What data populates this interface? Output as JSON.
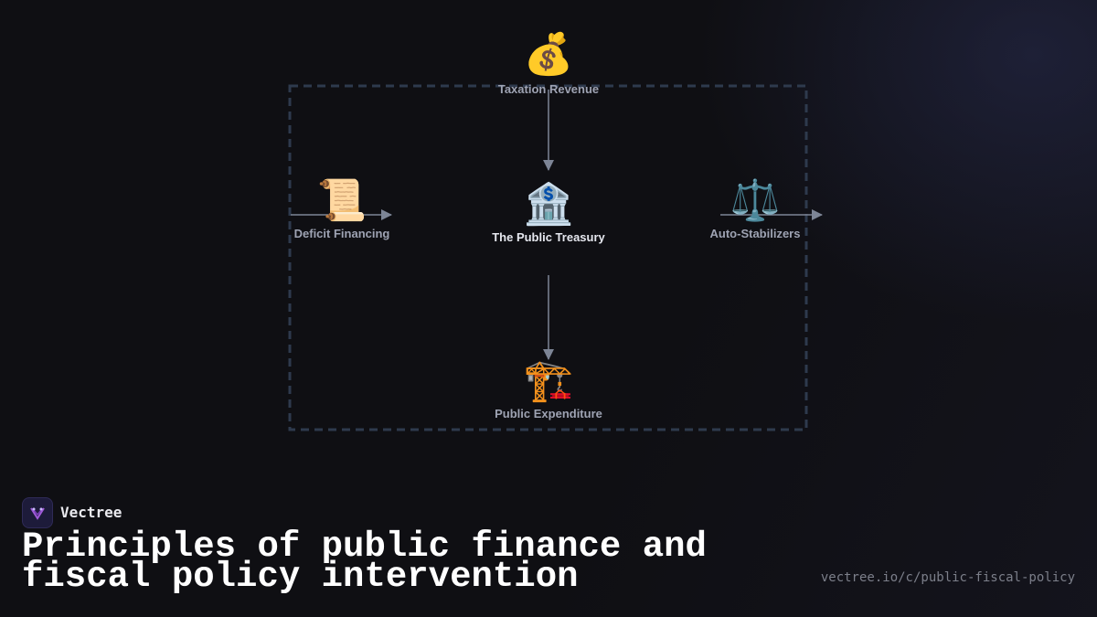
{
  "diagram": {
    "nodes": {
      "taxation": {
        "icon": "money-bag-icon",
        "glyph": "💰",
        "label": "Taxation Revenue"
      },
      "deficit": {
        "icon": "scroll-icon",
        "glyph": "📜",
        "label": "Deficit Financing"
      },
      "treasury": {
        "icon": "bank-icon",
        "glyph": "🏦",
        "label": "The Public Treasury"
      },
      "stabilizers": {
        "icon": "balance-scale-icon",
        "glyph": "⚖️",
        "label": "Auto-Stabilizers"
      },
      "expenditure": {
        "icon": "construction-crane-icon",
        "glyph": "🏗️",
        "label": "Public Expenditure"
      }
    },
    "edges": [
      {
        "from": "Taxation Revenue",
        "to": "The Public Treasury"
      },
      {
        "from": "The Public Treasury",
        "to": "Public Expenditure"
      },
      {
        "from": "Deficit Financing",
        "to": "Deficit Financing"
      },
      {
        "from": "Auto-Stabilizers",
        "to": "Auto-Stabilizers"
      }
    ],
    "colors": {
      "edge": "#7d8596",
      "container_border": "#2e3a4d"
    }
  },
  "footer": {
    "brand": "Vectree",
    "title": "Principles of public finance and fiscal policy intervention",
    "url": "vectree.io/c/public-fiscal-policy"
  }
}
